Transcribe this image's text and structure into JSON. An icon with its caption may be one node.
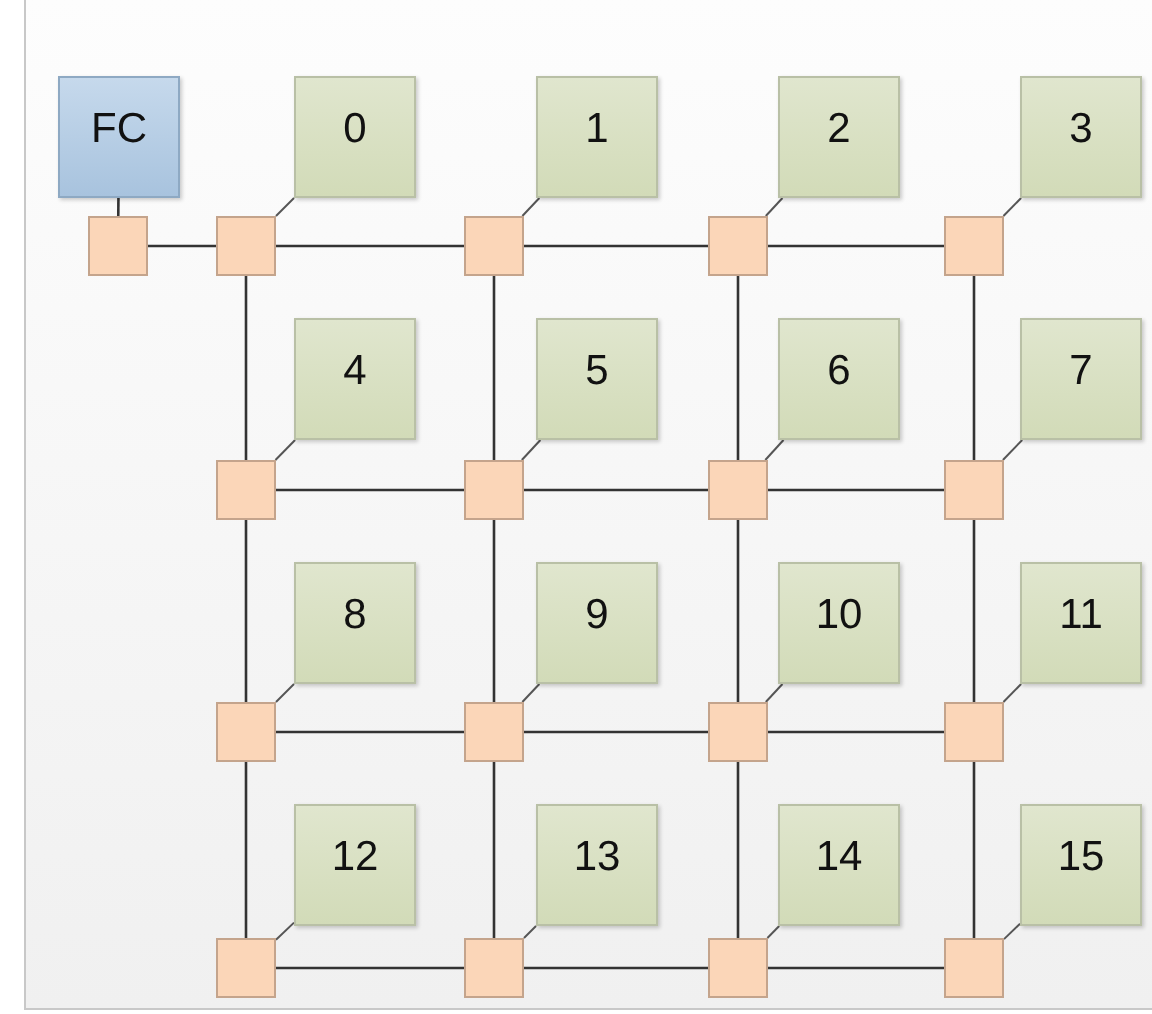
{
  "diagram": {
    "nodes": [
      {
        "text": [
          "FC"
        ]
      },
      {
        "text": [
          "0"
        ]
      },
      {
        "text": [
          "1"
        ]
      },
      {
        "text": [
          "2"
        ]
      },
      {
        "text": [
          "3"
        ]
      },
      {
        "text": [
          "4"
        ]
      },
      {
        "text": [
          "5"
        ]
      },
      {
        "text": [
          "6"
        ]
      },
      {
        "text": [
          "7"
        ]
      },
      {
        "text": [
          "8"
        ]
      },
      {
        "text": [
          "9"
        ]
      },
      {
        "text": [
          "10"
        ]
      },
      {
        "text": [
          "11"
        ]
      },
      {
        "text": [
          "12"
        ]
      },
      {
        "text": [
          "13"
        ]
      },
      {
        "text": [
          "14"
        ]
      },
      {
        "text": [
          "15"
        ]
      },
      {
        "text": [],
        "shape": "box"
      },
      {
        "text": [],
        "shape": "box"
      },
      {
        "text": [],
        "shape": "box"
      },
      {
        "text": [],
        "shape": "box"
      },
      {
        "text": [],
        "shape": "box"
      },
      {
        "text": [],
        "shape": "box"
      },
      {
        "text": [],
        "shape": "box"
      },
      {
        "text": [],
        "shape": "box"
      },
      {
        "text": [],
        "shape": "box"
      },
      {
        "text": [],
        "shape": "box"
      },
      {
        "text": [],
        "shape": "box"
      },
      {
        "text": [],
        "shape": "box"
      },
      {
        "text": [],
        "shape": "box"
      },
      {
        "text": [],
        "shape": "box"
      },
      {
        "text": [],
        "shape": "box"
      },
      {
        "text": [],
        "shape": "box"
      },
      {
        "text": [],
        "shape": "box"
      }
    ],
    "edges": [
      {
        "from": 0,
        "to": 17,
        "arrow": "none"
      },
      {
        "from": 17,
        "to": 18,
        "arrow": "none"
      },
      {
        "from": 18,
        "to": 19,
        "arrow": "none"
      },
      {
        "from": 19,
        "to": 20,
        "arrow": "none"
      },
      {
        "from": 20,
        "to": 21,
        "arrow": "none"
      },
      {
        "from": 22,
        "to": 23,
        "arrow": "none"
      },
      {
        "from": 23,
        "to": 24,
        "arrow": "none"
      },
      {
        "from": 24,
        "to": 25,
        "arrow": "none"
      },
      {
        "from": 26,
        "to": 27,
        "arrow": "none"
      },
      {
        "from": 27,
        "to": 28,
        "arrow": "none"
      },
      {
        "from": 28,
        "to": 29,
        "arrow": "none"
      },
      {
        "from": 30,
        "to": 31,
        "arrow": "none"
      },
      {
        "from": 31,
        "to": 32,
        "arrow": "none"
      },
      {
        "from": 32,
        "to": 33,
        "arrow": "none"
      },
      {
        "from": 18,
        "to": 22,
        "arrow": "none"
      },
      {
        "from": 22,
        "to": 26,
        "arrow": "none"
      },
      {
        "from": 26,
        "to": 30,
        "arrow": "none"
      },
      {
        "from": 19,
        "to": 23,
        "arrow": "none"
      },
      {
        "from": 23,
        "to": 27,
        "arrow": "none"
      },
      {
        "from": 27,
        "to": 31,
        "arrow": "none"
      },
      {
        "from": 20,
        "to": 24,
        "arrow": "none"
      },
      {
        "from": 24,
        "to": 28,
        "arrow": "none"
      },
      {
        "from": 28,
        "to": 32,
        "arrow": "none"
      },
      {
        "from": 21,
        "to": 25,
        "arrow": "none"
      },
      {
        "from": 25,
        "to": 29,
        "arrow": "none"
      },
      {
        "from": 29,
        "to": 33,
        "arrow": "none"
      },
      {
        "from": 18,
        "to": 1,
        "arrow": "none"
      },
      {
        "from": 19,
        "to": 2,
        "arrow": "none"
      },
      {
        "from": 20,
        "to": 3,
        "arrow": "none"
      },
      {
        "from": 21,
        "to": 4,
        "arrow": "none"
      },
      {
        "from": 22,
        "to": 5,
        "arrow": "none"
      },
      {
        "from": 23,
        "to": 6,
        "arrow": "none"
      },
      {
        "from": 24,
        "to": 7,
        "arrow": "none"
      },
      {
        "from": 25,
        "to": 8,
        "arrow": "none"
      },
      {
        "from": 26,
        "to": 9,
        "arrow": "none"
      },
      {
        "from": 27,
        "to": 10,
        "arrow": "none"
      },
      {
        "from": 28,
        "to": 11,
        "arrow": "none"
      },
      {
        "from": 29,
        "to": 12,
        "arrow": "none"
      },
      {
        "from": 30,
        "to": 13,
        "arrow": "none"
      },
      {
        "from": 31,
        "to": 14,
        "arrow": "none"
      },
      {
        "from": 32,
        "to": 15,
        "arrow": "none"
      },
      {
        "from": 33,
        "to": 16,
        "arrow": "none"
      }
    ]
  }
}
